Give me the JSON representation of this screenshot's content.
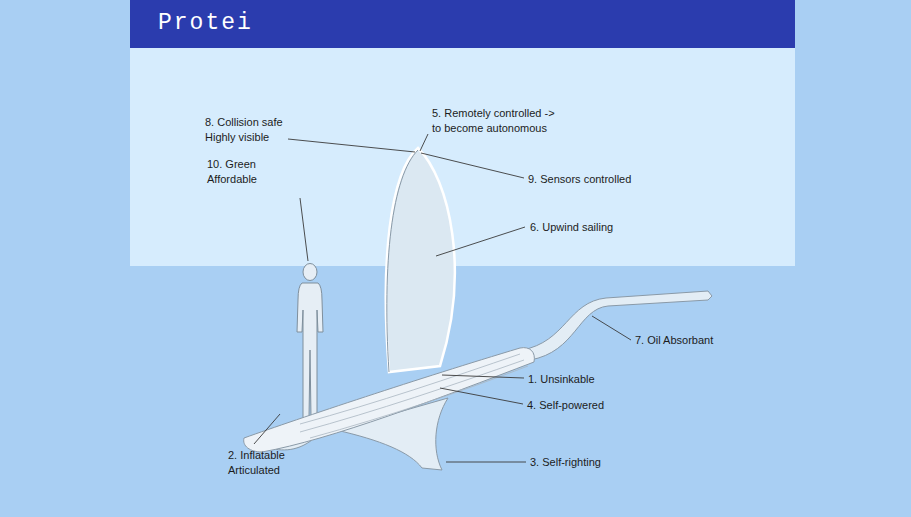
{
  "diagram": {
    "title": "Protei",
    "labels": [
      "8. Collision safe Highly visible",
      "5. Remotely controlled -> to become autonomous",
      "9. Sensors controlled",
      "10. Green Affordable",
      "6. Upwind sailing",
      "7. Oil Absorbant",
      "1. Unsinkable",
      "4. Self-powered",
      "2. Inflatable Articulated",
      "3. Self-righting"
    ]
  }
}
